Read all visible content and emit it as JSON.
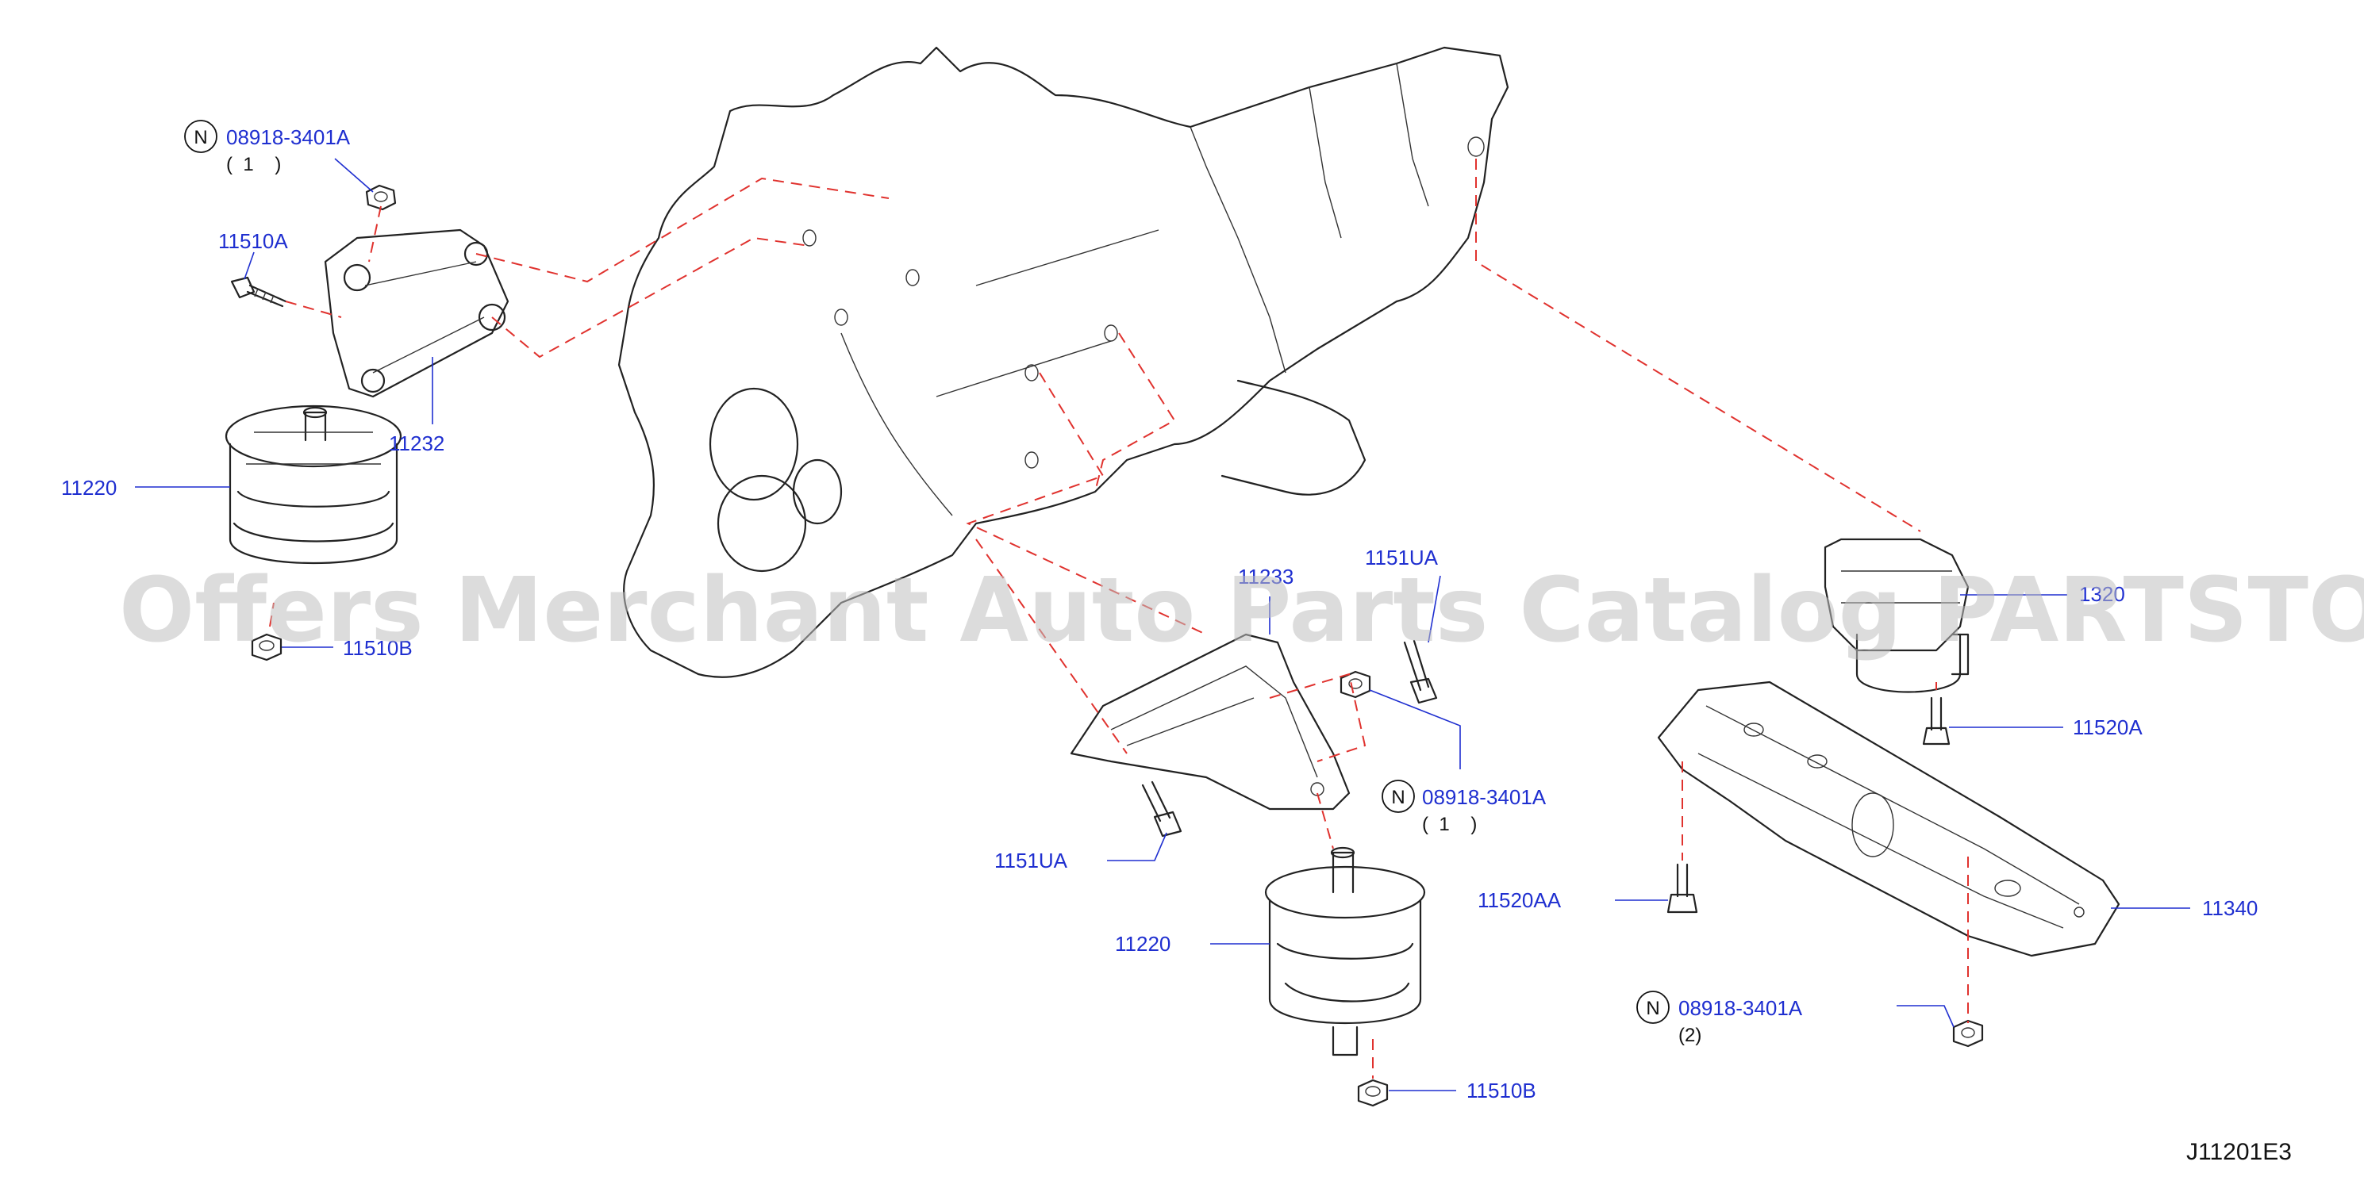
{
  "callouts": {
    "nut_top_left": {
      "prefix": "N",
      "part": "08918-3401A",
      "qty": "(  1    )"
    },
    "bolt_top_left": "11510A",
    "bracket_left": "11232",
    "mount_left": "11220",
    "nut_left_bottom": "11510B",
    "bracket_center": "11233",
    "bolt_center_upper": "1151UA",
    "nut_center": {
      "prefix": "N",
      "part": "08918-3401A",
      "qty": "(  1    )"
    },
    "bolt_center_lower": "1151UA",
    "mount_center": "11220",
    "nut_center_bottom": "11510B",
    "mount_rear": "1320",
    "bolt_rear": "11520A",
    "bolt_crossmember": "11520AA",
    "crossmember": "11340",
    "nut_rear": {
      "prefix": "N",
      "part": "08918-3401A",
      "qty": "(2)"
    }
  },
  "watermark": "Offers Merchant Auto Parts Catalog PARTSTORE.SA",
  "diagram_code": "J11201E3",
  "colors": {
    "label": "#1f2fd0",
    "dashed": "#e0322e",
    "line": "#222222",
    "watermark": "#bfbfbf"
  }
}
